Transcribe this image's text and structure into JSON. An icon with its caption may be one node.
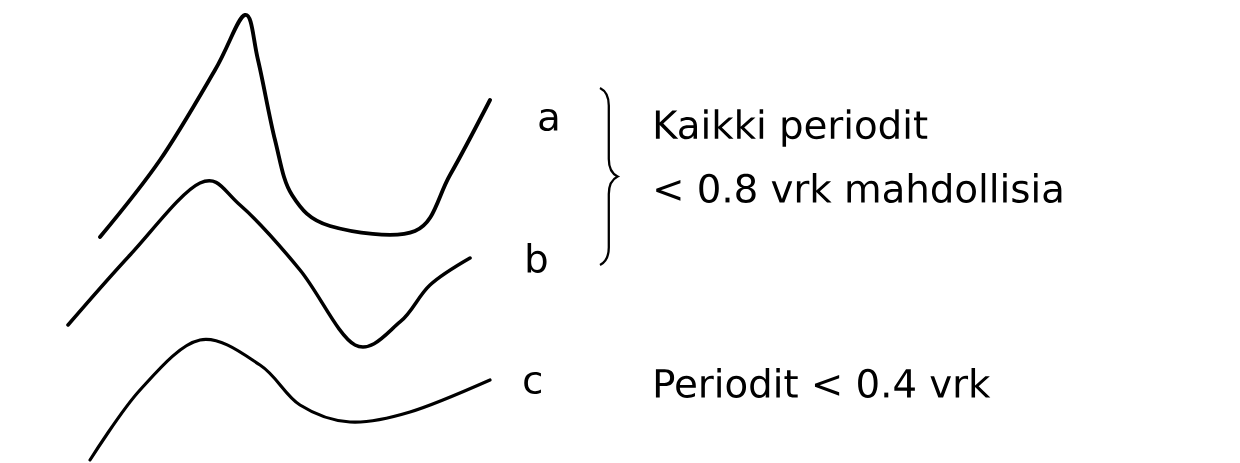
{
  "diagram": {
    "labels": [
      "a",
      "b",
      "c",
      "Kaikki periodit",
      "< 0.8 vrk mahdollisia",
      "Periodit < 0.4 vrk"
    ]
  }
}
